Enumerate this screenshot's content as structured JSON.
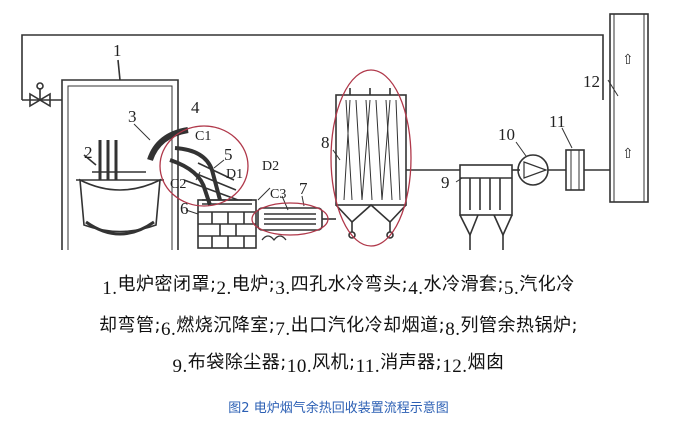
{
  "diagram": {
    "labels": {
      "n1": "1",
      "n2": "2",
      "n3": "3",
      "n4": "4",
      "n5": "5",
      "n6": "6",
      "n7": "7",
      "n8": "8",
      "n9": "9",
      "n10": "10",
      "n11": "11",
      "n12": "12",
      "c1": "C1",
      "c2": "C2",
      "c3": "C3",
      "d1": "D1",
      "d2": "D2"
    },
    "chimney_arrow": "⇧"
  },
  "legend": {
    "items": [
      {
        "num": "1.",
        "text": "电炉密闭罩;"
      },
      {
        "num": "2.",
        "text": "电炉;"
      },
      {
        "num": "3.",
        "text": "四孔水冷弯头;"
      },
      {
        "num": "4.",
        "text": "水冷滑套;"
      },
      {
        "num": "5.",
        "text": "汽化冷"
      },
      {
        "num": "",
        "text": "却弯管;"
      },
      {
        "num": "6.",
        "text": "燃烧沉降室;"
      },
      {
        "num": "7.",
        "text": "出口汽化冷却烟道;"
      },
      {
        "num": "8.",
        "text": "列管余热锅炉;"
      },
      {
        "num": "9.",
        "text": "布袋除尘器;"
      },
      {
        "num": "10.",
        "text": "风机;"
      },
      {
        "num": "11.",
        "text": "消声器;"
      },
      {
        "num": "12.",
        "text": "烟囱"
      }
    ]
  },
  "caption": "图2 电炉烟气余热回收装置流程示意图",
  "colors": {
    "line": "#333333",
    "highlight": "#b0384a",
    "caption": "#2b5fb4"
  }
}
